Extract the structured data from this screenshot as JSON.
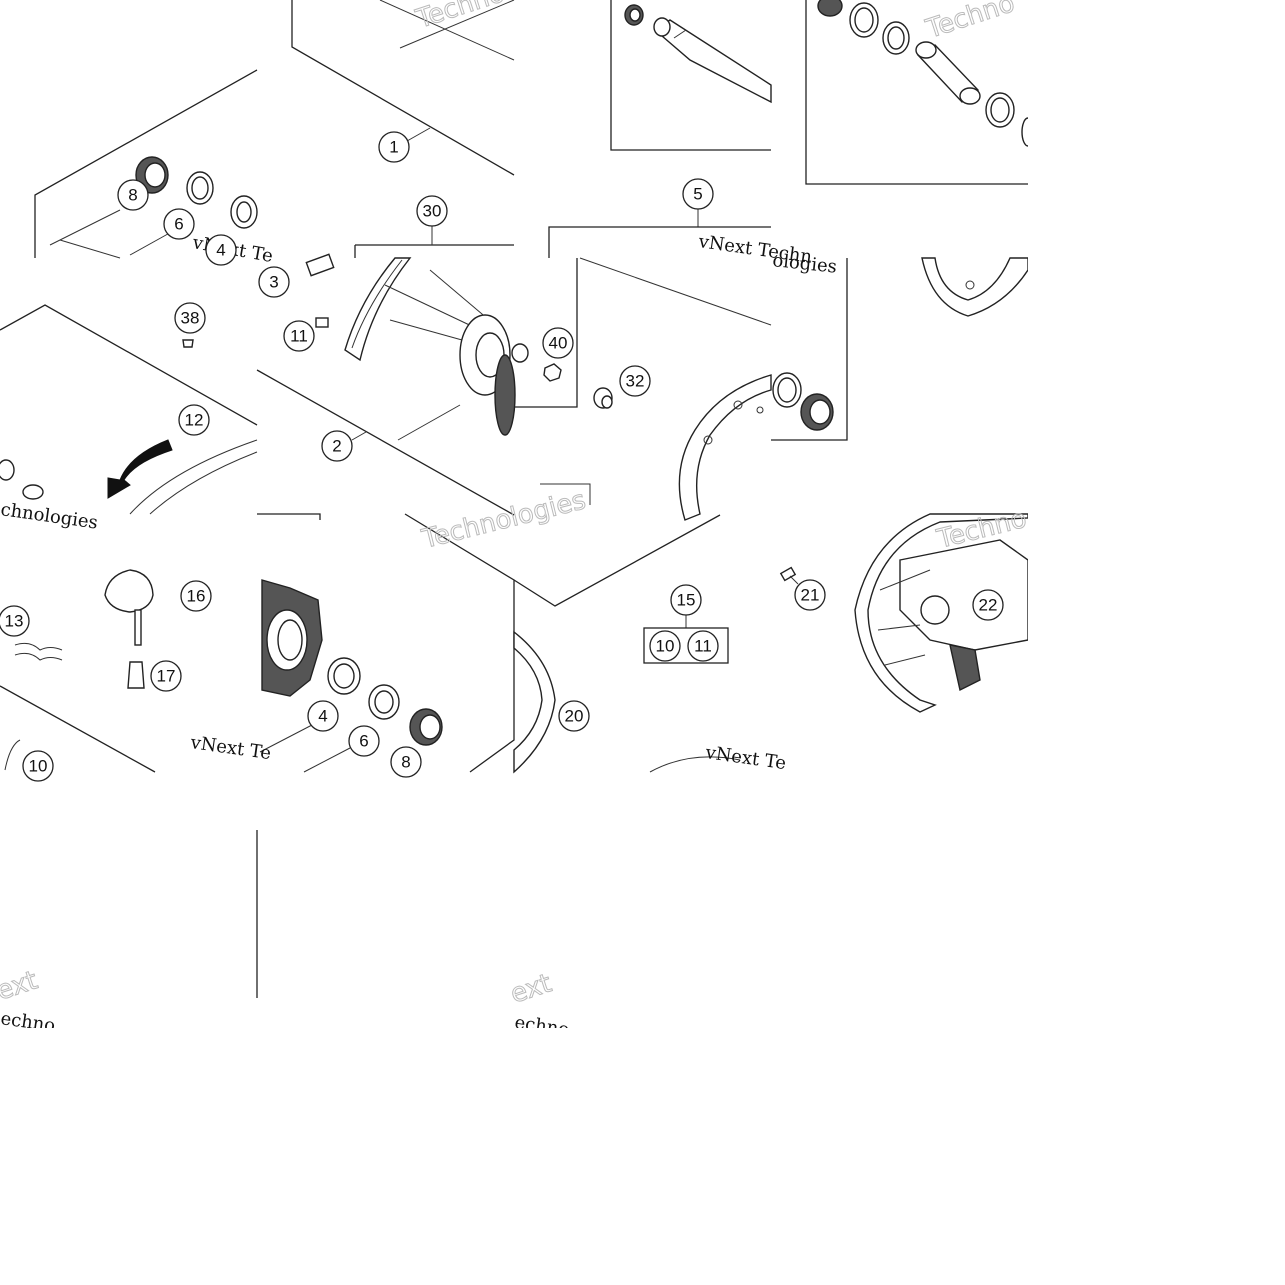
{
  "callouts": [
    {
      "id": "c1",
      "label": "1"
    },
    {
      "id": "c2",
      "label": "2"
    },
    {
      "id": "c3",
      "label": "3"
    },
    {
      "id": "c4a",
      "label": "4"
    },
    {
      "id": "c4b",
      "label": "4"
    },
    {
      "id": "c5",
      "label": "5"
    },
    {
      "id": "c6a",
      "label": "6"
    },
    {
      "id": "c6b",
      "label": "6"
    },
    {
      "id": "c8a",
      "label": "8"
    },
    {
      "id": "c8b",
      "label": "8"
    },
    {
      "id": "c10a",
      "label": "10"
    },
    {
      "id": "c10b",
      "label": "10"
    },
    {
      "id": "c11a",
      "label": "11"
    },
    {
      "id": "c11b",
      "label": "11"
    },
    {
      "id": "c12",
      "label": "12"
    },
    {
      "id": "c13",
      "label": "13"
    },
    {
      "id": "c15",
      "label": "15"
    },
    {
      "id": "c16",
      "label": "16"
    },
    {
      "id": "c17",
      "label": "17"
    },
    {
      "id": "c20",
      "label": "20"
    },
    {
      "id": "c21",
      "label": "21"
    },
    {
      "id": "c22",
      "label": "22"
    },
    {
      "id": "c30",
      "label": "30"
    },
    {
      "id": "c32",
      "label": "32"
    },
    {
      "id": "c38",
      "label": "38"
    },
    {
      "id": "c40",
      "label": "40"
    }
  ],
  "watermark": {
    "line1": "vNext Te",
    "line2": "chnologies",
    "line3": "Techno",
    "line4": "vNext Techn",
    "line5": "ologies",
    "line6": "Technologies",
    "line7": "ext",
    "line8": "echno"
  }
}
